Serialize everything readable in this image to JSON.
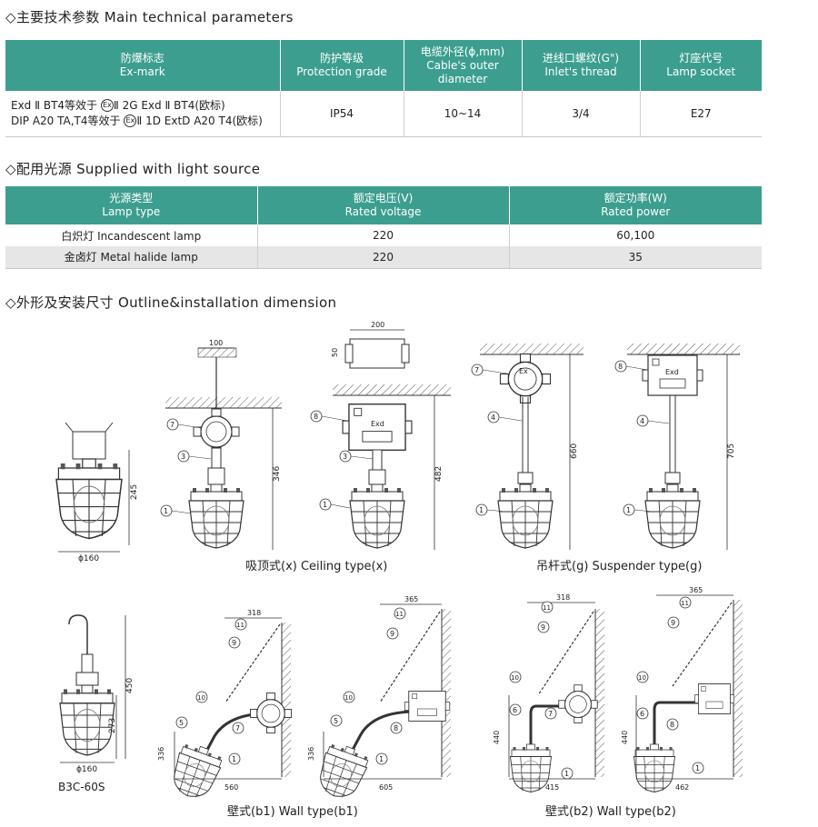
{
  "sections": {
    "tech": "◇主要技术参数 Main technical parameters",
    "light": "◇配用光源 Supplied with light source",
    "outline": "◇外形及安装尺寸 Outline&installation dimension"
  },
  "tech_table": {
    "headers": [
      {
        "zh": "防爆标志",
        "en": "Ex-mark"
      },
      {
        "zh": "防护等级",
        "en": "Protection grade"
      },
      {
        "zh": "电缆外径(ϕ,mm)",
        "en": "Cable's outer",
        "en2": "diameter"
      },
      {
        "zh": "进线口螺纹(G\")",
        "en": "Inlet's thread"
      },
      {
        "zh": "灯座代号",
        "en": "Lamp socket"
      }
    ],
    "exmark_line1_a": "Exd Ⅱ BT4等效于",
    "exmark_line1_b": "Ⅱ 2G Exd Ⅱ BT4(欧标)",
    "exmark_line2_a": "DIP A20 TA,T4等效于",
    "exmark_line2_b": "Ⅱ 1D ExtD A20 T4(欧标)",
    "ex_symbol": "Ex",
    "protection": "IP54",
    "cable": "10~14",
    "thread": "3/4",
    "socket": "E27"
  },
  "light_table": {
    "headers": [
      {
        "zh": "光源类型",
        "en": "Lamp type"
      },
      {
        "zh": "额定电压(V)",
        "en": "Rated voltage"
      },
      {
        "zh": "额定功率(W)",
        "en": "Rated power"
      }
    ],
    "rows": [
      {
        "type": "白炽灯 Incandescent lamp",
        "voltage": "220",
        "power": "60,100"
      },
      {
        "type": "金卤灯 Metal halide lamp",
        "voltage": "220",
        "power": "35"
      }
    ]
  },
  "drawings": {
    "standalone": {
      "dim_height": "245",
      "dim_dia": "ϕ160"
    },
    "ceiling_x1": {
      "dim_top": "100",
      "dim_h": "346",
      "tags": [
        "7",
        "3",
        "1"
      ]
    },
    "ceiling_x2": {
      "dim_top": "200",
      "dim_side": "50",
      "dim_h": "482",
      "tags": [
        "8",
        "3",
        "1"
      ],
      "box_mark": "Exd"
    },
    "ceiling_caption": "吸顶式(x) Ceiling type(x)",
    "susp_g1": {
      "dim_h": "660",
      "tags": [
        "7",
        "4",
        "1"
      ],
      "box_mark": "Ex"
    },
    "susp_g2": {
      "dim_h": "705",
      "tags": [
        "8",
        "4",
        "1"
      ],
      "box_mark": "Exd"
    },
    "susp_caption": "吊杆式(g) Suspender type(g)",
    "b3c": {
      "dim_h1": "450",
      "dim_h2": "273",
      "dim_dia": "ϕ160",
      "model": "B3C-60S"
    },
    "wall_b1_1": {
      "dim_top": "318",
      "dim_bottom": "560",
      "dim_h": "336",
      "tags": [
        "11",
        "9",
        "10",
        "5",
        "7",
        "1"
      ]
    },
    "wall_b1_2": {
      "dim_top": "365",
      "dim_bottom": "605",
      "dim_h": "336",
      "tags": [
        "11",
        "9",
        "10",
        "5",
        "8",
        "1"
      ]
    },
    "wall_b1_caption": "壁式(b1) Wall type(b1)",
    "wall_b2_1": {
      "dim_top": "318",
      "dim_bottom": "415",
      "dim_h": "440",
      "tags": [
        "11",
        "9",
        "10",
        "6",
        "7",
        "1"
      ]
    },
    "wall_b2_2": {
      "dim_top": "365",
      "dim_bottom": "462",
      "dim_h": "440",
      "tags": [
        "11",
        "9",
        "10",
        "6",
        "8",
        "1"
      ]
    },
    "wall_b2_caption": "壁式(b2) Wall type(b2)"
  },
  "colors": {
    "header_bg": "#3c9e8f",
    "header_text": "#ffffff",
    "row_alt": "#e6e6e6"
  }
}
